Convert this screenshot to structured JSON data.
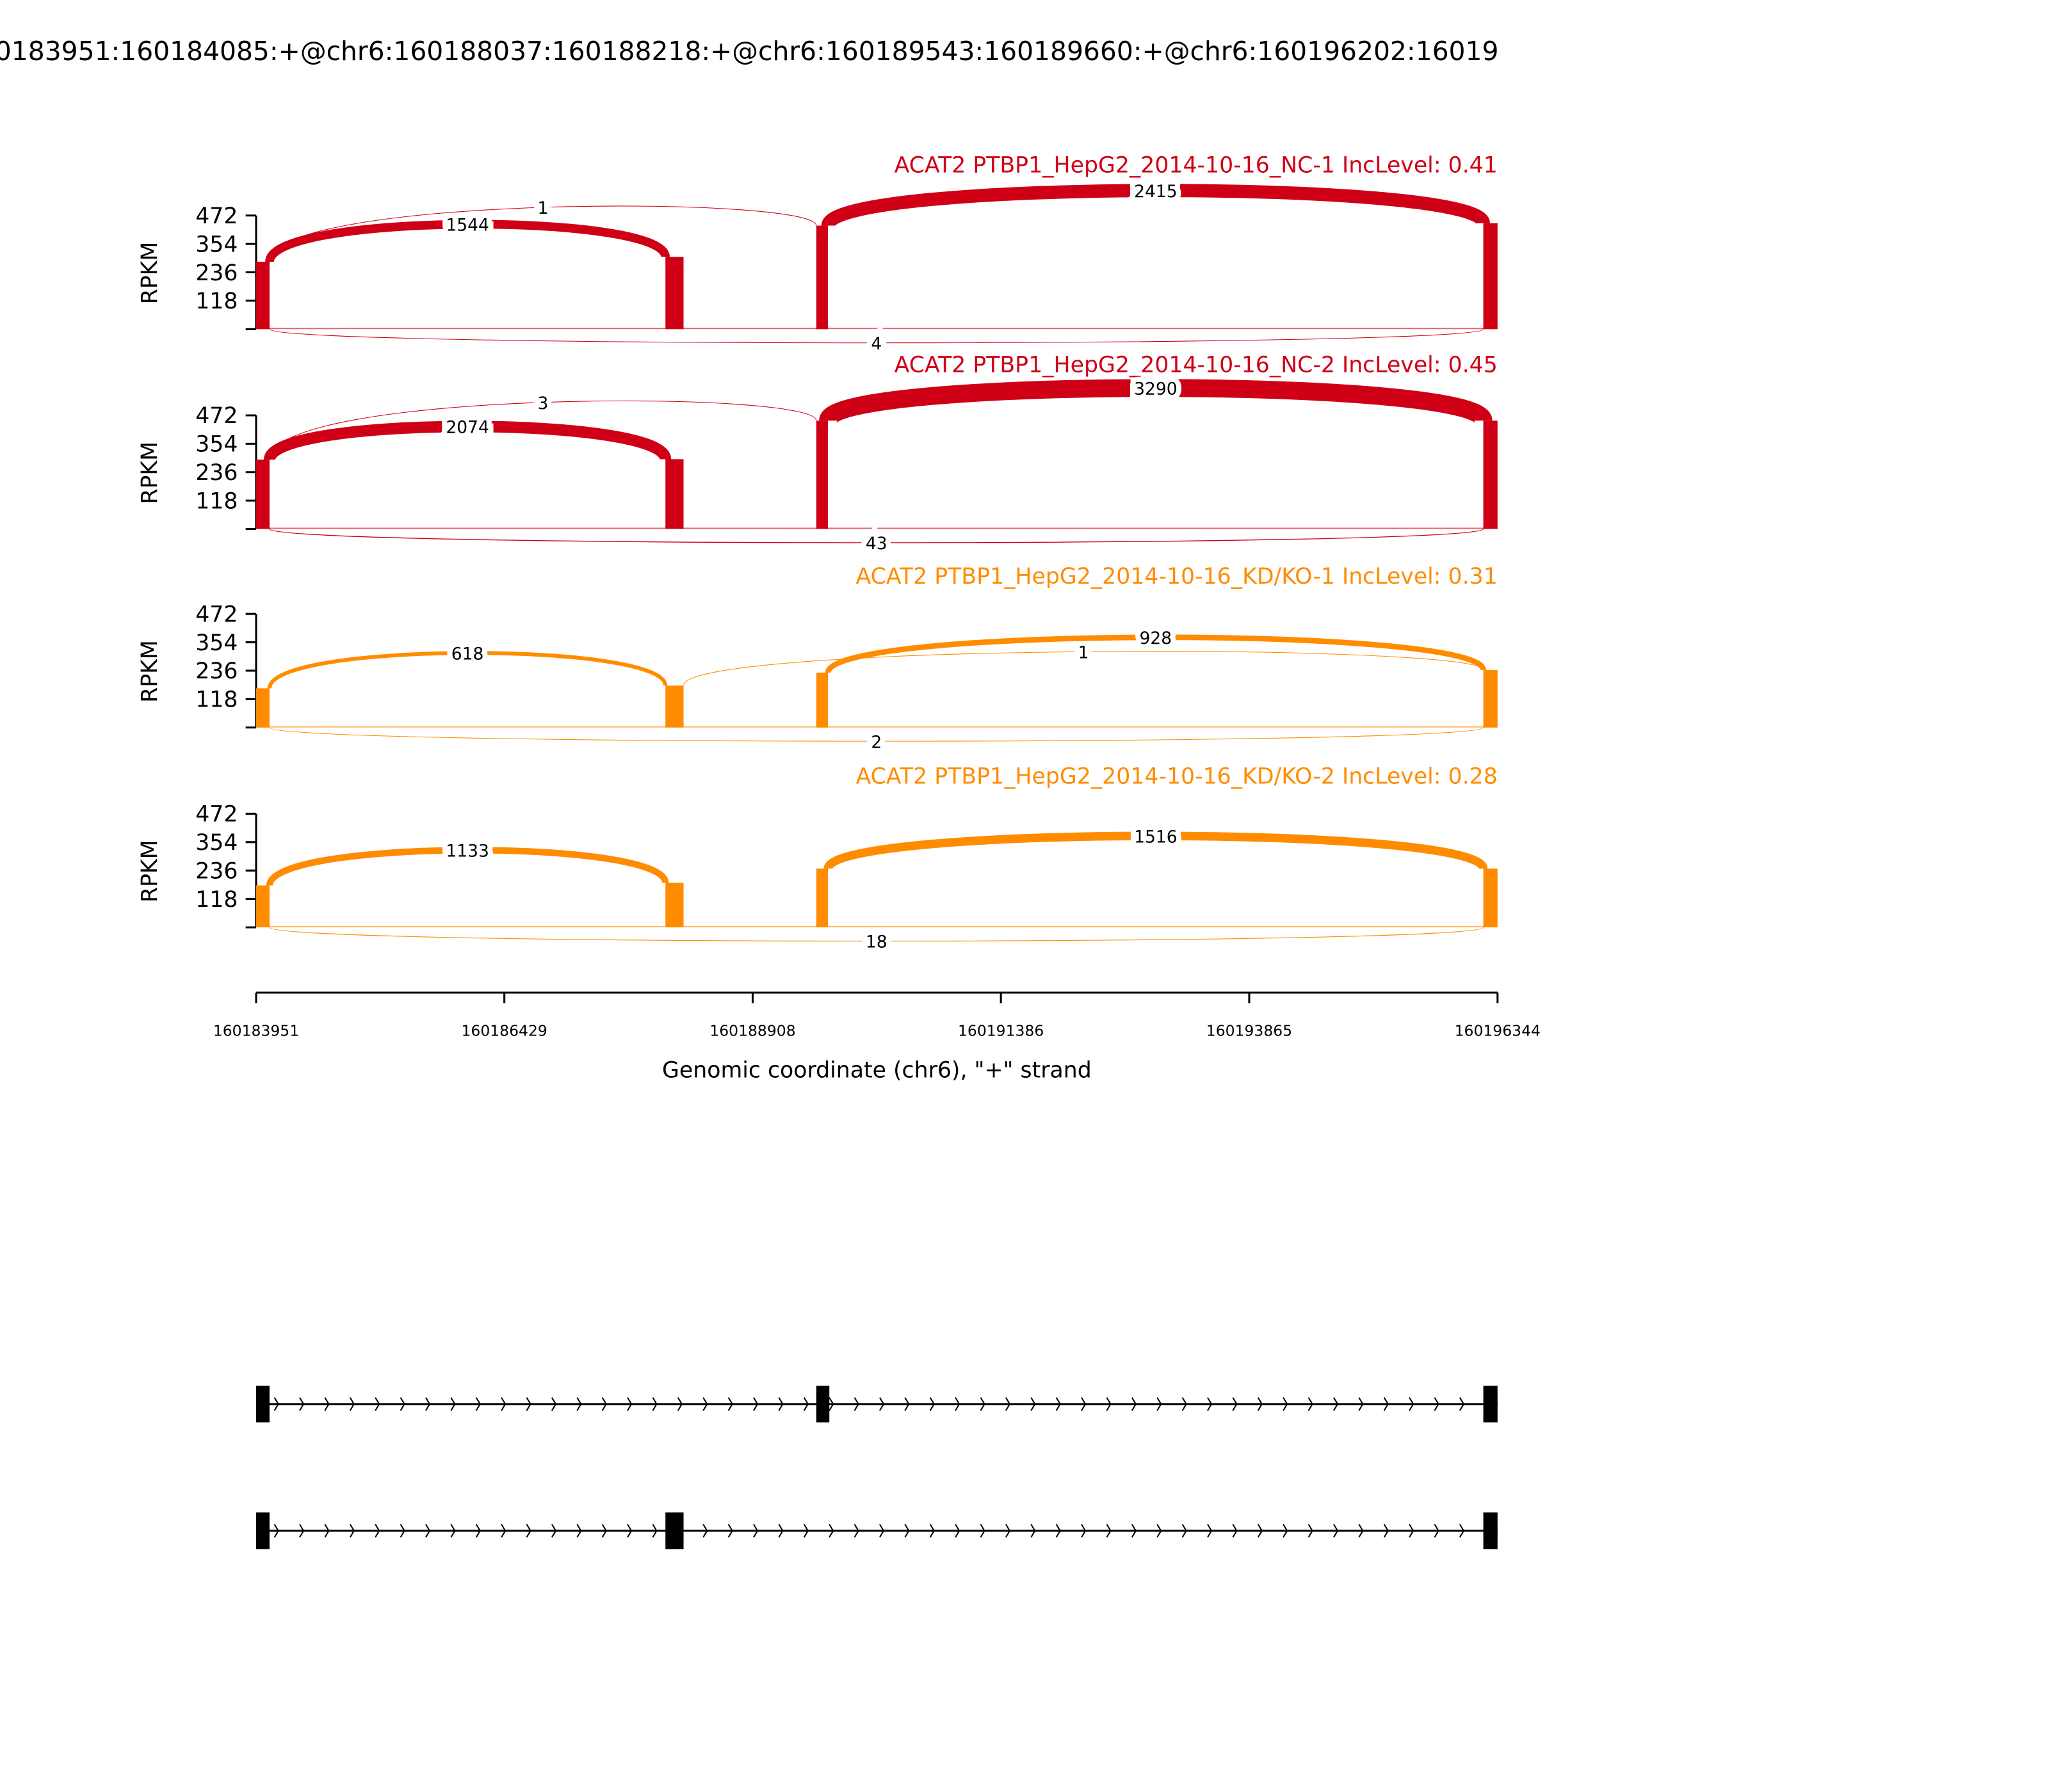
{
  "chart_data": {
    "type": "sashimi",
    "title": "0183951:160184085:+@chr6:160188037:160188218:+@chr6:160189543:160189660:+@chr6:160196202:16019",
    "xlabel": "Genomic coordinate (chr6), \"+\" strand",
    "ylabel": "RPKM",
    "xlim": [
      160183951,
      160196344
    ],
    "x_ticks": [
      "160183951",
      "160186429",
      "160188908",
      "160191386",
      "160193865",
      "160196344"
    ],
    "x_tick_values": [
      160183951,
      160186429,
      160188908,
      160191386,
      160193865,
      160196344
    ],
    "y_ticks": [
      "472",
      "354",
      "236",
      "118"
    ],
    "y_tick_values": [
      472,
      354,
      236,
      118
    ],
    "ylim": [
      0,
      472
    ],
    "exons": [
      [
        160183951,
        160184085
      ],
      [
        160188037,
        160188218
      ],
      [
        160189543,
        160189660
      ],
      [
        160196202,
        160196344
      ]
    ],
    "tracks": [
      {
        "title": "ACAT2 PTBP1_HepG2_2014-10-16_NC-1 IncLevel: 0.41",
        "color": "#CF0016",
        "exon_coverage_rpkm": [
          280,
          300,
          430,
          440
        ],
        "junctions": [
          {
            "from": 0,
            "to": 1,
            "count": "1544",
            "side": "above"
          },
          {
            "from": 0,
            "to": 2,
            "count": "1",
            "side": "above"
          },
          {
            "from": 2,
            "to": 3,
            "count": "2415",
            "side": "above"
          },
          {
            "from": 0,
            "to": 3,
            "count": "4",
            "side": "below"
          }
        ]
      },
      {
        "title": "ACAT2 PTBP1_HepG2_2014-10-16_NC-2 IncLevel: 0.45",
        "color": "#CF0016",
        "exon_coverage_rpkm": [
          288,
          290,
          450,
          450
        ],
        "junctions": [
          {
            "from": 0,
            "to": 1,
            "count": "2074",
            "side": "above"
          },
          {
            "from": 0,
            "to": 2,
            "count": "3",
            "side": "above"
          },
          {
            "from": 2,
            "to": 3,
            "count": "3290",
            "side": "above"
          },
          {
            "from": 0,
            "to": 3,
            "count": "43",
            "side": "below"
          }
        ]
      },
      {
        "title": "ACAT2 PTBP1_HepG2_2014-10-16_KD/KO-1 IncLevel: 0.31",
        "color": "#FF8C00",
        "exon_coverage_rpkm": [
          163,
          174,
          228,
          239
        ],
        "junctions": [
          {
            "from": 0,
            "to": 1,
            "count": "618",
            "side": "above"
          },
          {
            "from": 1,
            "to": 3,
            "count": "1",
            "side": "above"
          },
          {
            "from": 2,
            "to": 3,
            "count": "928",
            "side": "above"
          },
          {
            "from": 0,
            "to": 3,
            "count": "2",
            "side": "below"
          }
        ]
      },
      {
        "title": "ACAT2 PTBP1_HepG2_2014-10-16_KD/KO-2 IncLevel: 0.28",
        "color": "#FF8C00",
        "exon_coverage_rpkm": [
          174,
          185,
          244,
          244
        ],
        "junctions": [
          {
            "from": 0,
            "to": 1,
            "count": "1133",
            "side": "above"
          },
          {
            "from": 2,
            "to": 3,
            "count": "1516",
            "side": "above"
          },
          {
            "from": 0,
            "to": 3,
            "count": "18",
            "side": "below"
          }
        ]
      }
    ],
    "gene_models": [
      {
        "exons": [
          0,
          2,
          3
        ]
      },
      {
        "exons": [
          0,
          1,
          3
        ]
      }
    ]
  }
}
